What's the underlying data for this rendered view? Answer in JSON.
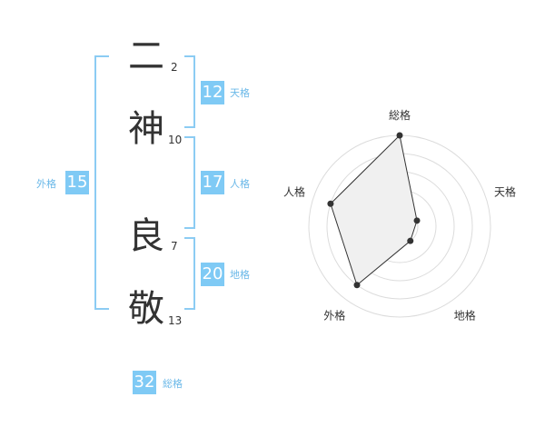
{
  "name": {
    "chars": [
      {
        "char": "二",
        "strokes": "2"
      },
      {
        "char": "神",
        "strokes": "10"
      },
      {
        "char": "良",
        "strokes": "7"
      },
      {
        "char": "敬",
        "strokes": "13"
      }
    ]
  },
  "kakusu": {
    "tenkaku": {
      "value": "12",
      "label": "天格"
    },
    "jinkaku": {
      "value": "17",
      "label": "人格"
    },
    "chikaku": {
      "value": "20",
      "label": "地格"
    },
    "gaikaku": {
      "value": "15",
      "label": "外格"
    },
    "soukaku": {
      "value": "32",
      "label": "総格"
    }
  },
  "colors": {
    "accent": "#7fcaf5",
    "bracket": "#8cccf3",
    "label": "#6ab8e8"
  },
  "chart_data": {
    "type": "radar",
    "axes": [
      "総格",
      "天格",
      "地格",
      "外格",
      "人格"
    ],
    "values": [
      5,
      1,
      1,
      4,
      4
    ],
    "rmax": 5,
    "rings": 5
  }
}
